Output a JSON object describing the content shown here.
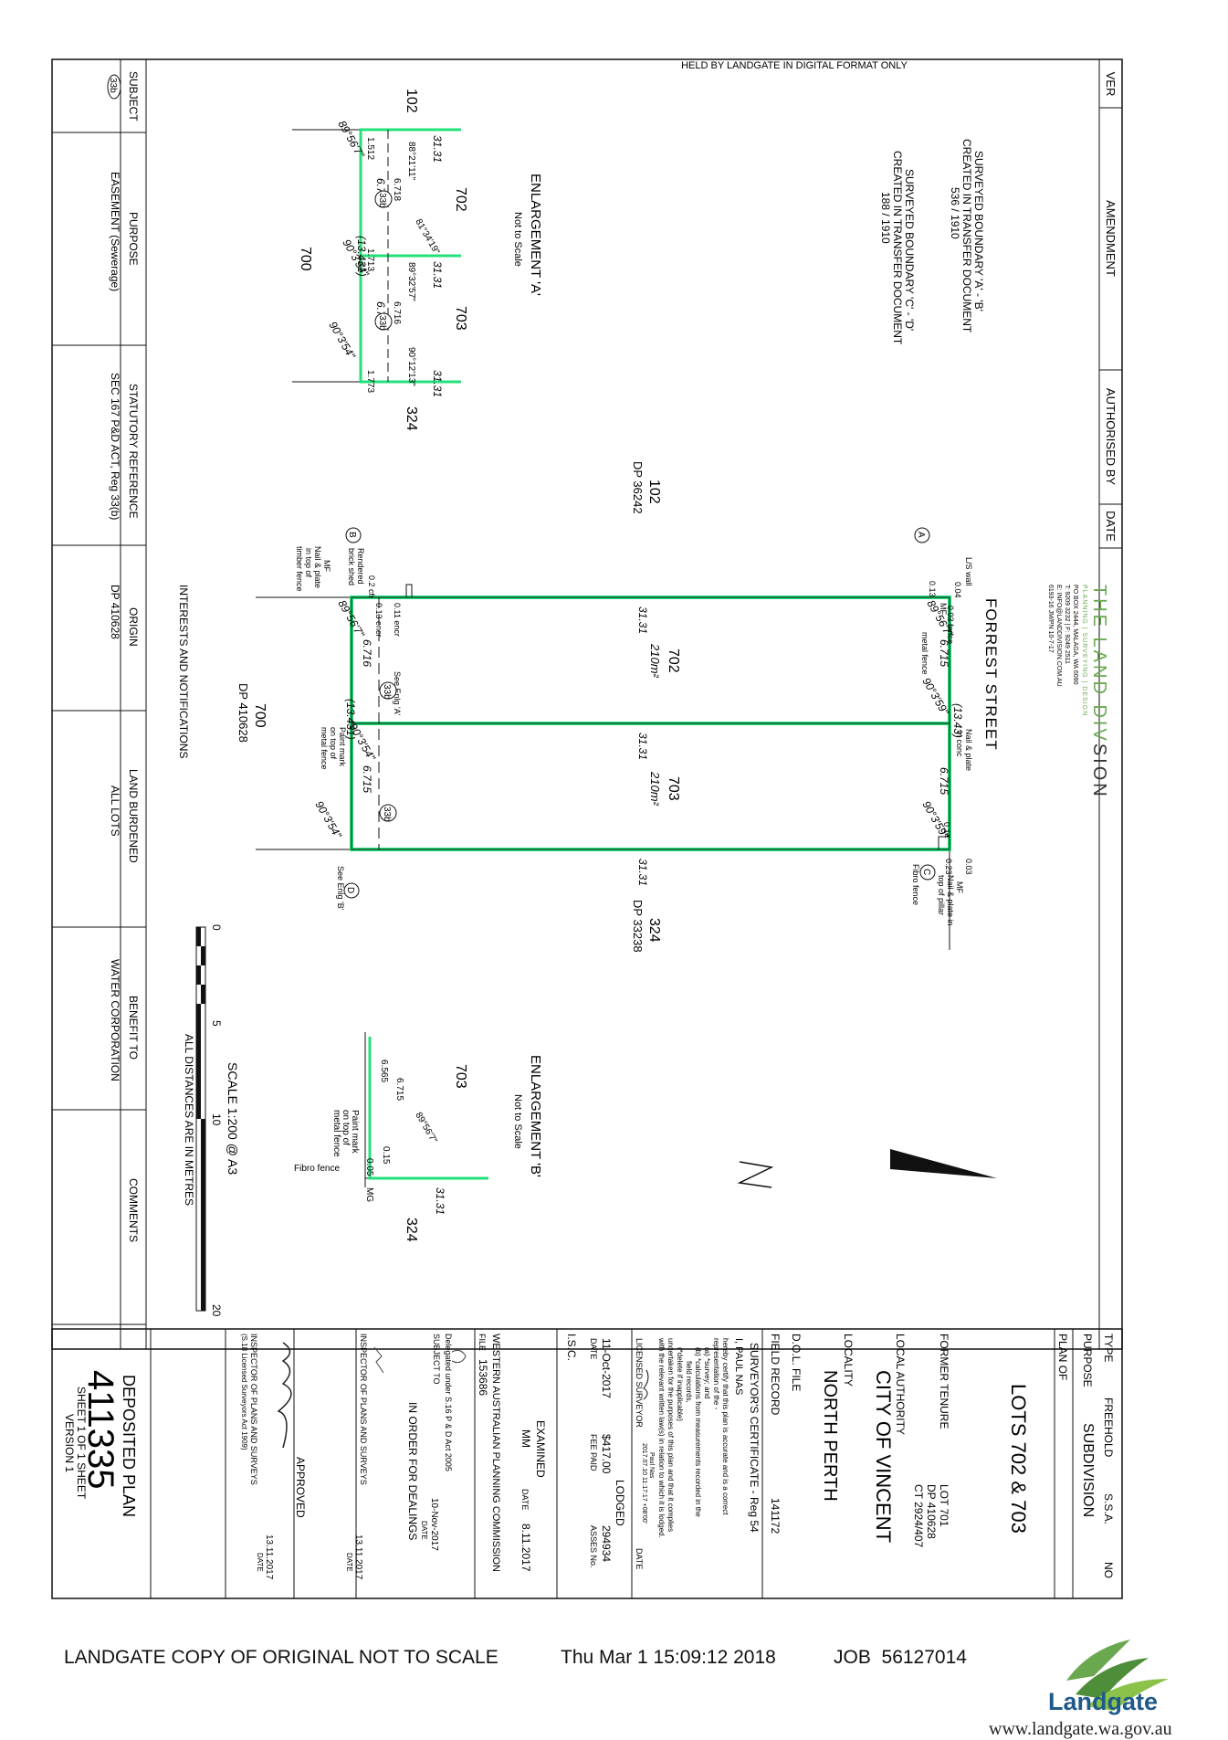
{
  "header": {
    "held_by": "HELD BY LANDGATE IN DIGITAL FORMAT ONLY"
  },
  "amendment_table": {
    "headers": [
      "VER",
      "AMENDMENT",
      "AUTHORISED BY",
      "DATE"
    ]
  },
  "surveyor_logo": {
    "name_part1": "THE LAND DIV",
    "name_part2": "SION",
    "tagline": "PLANNING | SURVEYING | DESIGN",
    "lines": [
      "PO BOX 2444, MALAGA, WA 6090",
      "T: 9209 3232 | F: 9249 2511",
      "E: INFO@LANDDIVISION.COM.AU",
      "6193-16  JM/PN  10-7-17"
    ]
  },
  "notes": {
    "boundary_ab": [
      "SURVEYED BOUNDARY 'A' - 'B'",
      "CREATED IN TRANSFER DOCUMENT",
      "536 / 1910"
    ],
    "boundary_cd": [
      "SURVEYED BOUNDARY 'C' - 'D'",
      "CREATED IN TRANSFER DOCUMENT",
      "188 / 1910"
    ]
  },
  "enlargement_a": {
    "title": "ENLARGEMENT 'A'",
    "subtitle": "Not to Scale",
    "lot_left": "102",
    "lot_right": "324",
    "lot_bottom": "700",
    "lot_702": "702",
    "lot_703": "703",
    "labels": [
      "31.31",
      "31.31",
      "31.31",
      "1.512",
      "1.713",
      "1.773",
      "88°21'11\"",
      "89°32'57\"",
      "90°12'13\"",
      "6.718",
      "6.716",
      "6.716",
      "6.715",
      "(13.431)",
      "90°3'54\"",
      "90°3'54\"",
      "89°56'7\"",
      "81°34'19\"",
      "33b",
      "33b"
    ]
  },
  "enlargement_b": {
    "title": "ENLARGEMENT 'B'",
    "subtitle": "Not to Scale",
    "lot_703": "703",
    "lot_324": "324",
    "labels": [
      "31.31",
      "89°56'7\"",
      "6.715",
      "6.565",
      "0.15",
      "0.05",
      "MG",
      "Fibro fence",
      "Paint mark",
      "on top of",
      "metal fence"
    ]
  },
  "main_plan": {
    "street": "FORREST   STREET",
    "lot_102": "102",
    "dp_102": "DP 36242",
    "lot_324": "324",
    "dp_324": "DP 33238",
    "lot_700": "700",
    "dp_700": "DP 410628",
    "lot_702": "702",
    "area_702": "210m²",
    "lot_703": "703",
    "area_703": "210m²",
    "dist": "31.31",
    "labels": [
      "6.715",
      "6.715",
      "(13.43)",
      "6.716",
      "6.715",
      "(13.431)",
      "89°56'7\"",
      "90°3'59\"",
      "90°3'59\"",
      "89°56'7\"",
      "90°3'54\"",
      "90°3'54\"",
      "0.04",
      "0.03 fence",
      "0.13",
      "MF",
      "L/S wall",
      "metal fence",
      "Nail & plate",
      "in conc",
      "0.14",
      "0.03",
      "0.23",
      "Fibro fence",
      "MF",
      "Nail & plate in",
      "top of pillar",
      "0.11 encr",
      "0.13 encr",
      "0.2 cfr",
      "Rendered",
      "brick shed",
      "MF",
      "Nail & plate",
      "in top of",
      "timber fence",
      "See Enlg 'A'",
      "See Enlg 'B'",
      "Paint mark",
      "on top of",
      "metal fence",
      "33b",
      "33b",
      "A",
      "B",
      "C",
      "D"
    ]
  },
  "interests": {
    "title": "INTERESTS AND NOTIFICATIONS",
    "headers": [
      "SUBJECT",
      "PURPOSE",
      "STATUTORY REFERENCE",
      "ORIGIN",
      "LAND BURDENED",
      "BENEFIT TO",
      "COMMENTS"
    ],
    "row": [
      "33b",
      "EASEMENT (Sewerage)",
      "SEC 167 P&D ACT, Reg 33(b)",
      "DP 410628",
      "ALL LOTS",
      "WATER CORPORATION",
      ""
    ]
  },
  "scale": {
    "note": "ALL DISTANCES ARE IN METRES",
    "label": "SCALE 1:200 @ A3",
    "ticks": [
      "0",
      "5",
      "10",
      "20"
    ]
  },
  "title_block": {
    "type_label": "TYPE",
    "type_value": "FREEHOLD",
    "ssa_label": "S.S.A.",
    "ssa_value": "NO",
    "purpose_label": "PURPOSE",
    "purpose_value": "SUBDIVISION",
    "plan_of_label": "PLAN OF",
    "plan_of_value": "LOTS 702 & 703",
    "former_tenure_label": "FORMER TENURE",
    "former_tenure_value": [
      "LOT 701",
      "DP 410628",
      "CT 2924/407"
    ],
    "local_authority_label": "LOCAL AUTHORITY",
    "local_authority_value": "CITY OF VINCENT",
    "locality_label": "LOCALITY",
    "locality_value": "NORTH PERTH",
    "dol_label": "D.O.L. FILE",
    "field_record_label": "FIELD RECORD",
    "field_record_value": "141172",
    "surveyor_cert_title": "SURVEYOR'S CERTIFICATE - Reg 54",
    "surveyor_cert_lines": [
      "I, PAUL NAS",
      "hereby certify that this plan is accurate and is a correct",
      "representation of the -",
      "(a) *survey; and",
      "(b) *calculations from measurements recorded in the",
      "field records,",
      "(*delete if inapplicable)",
      "undertaken for the purposes of this plan and that it complies",
      "with the relevant written law(s) in relation to which it is lodged."
    ],
    "surveyor_sig_caption": "Paul Nas",
    "surveyor_sig_stamp": "2017.07.10 11:17:17 +08'00'",
    "licensed_surveyor": "LICENSED SURVEYOR",
    "date_label": "DATE",
    "lodged_label": "LODGED",
    "lodged_date": "11-Oct-2017",
    "fee_paid": "$417.00",
    "fee_paid_label": "FEE PAID",
    "lodged_number": "294934",
    "asses_label": "ASSES No.",
    "isc_label": "I.S.C.",
    "examined_label": "EXAMINED",
    "examined_by": "MM",
    "examined_date_label": "DATE",
    "examined_date": "8.11.2017",
    "wapc": "WESTERN AUSTRALIAN PLANNING COMMISSION",
    "file_label": "FILE",
    "file_value": "153686",
    "delegated": "Delegated under S.16 P & D Act 2005",
    "delegated_date": "10-Nov-2017",
    "subject_to": "SUBJECT TO",
    "in_order": "IN ORDER FOR DEALINGS",
    "inspector1": "INSPECTOR OF PLANS AND SURVEYS",
    "inspector1_date": "13.11.2017",
    "approved": "APPROVED",
    "inspector2": "INSPECTOR OF PLANS AND SURVEYS",
    "inspector2_act": "(S.18 Licensed Surveyors Act 1909)",
    "inspector2_date": "13.11.2017",
    "deposited_plan": "DEPOSITED PLAN",
    "plan_number": "411335",
    "sheet": "SHEET 1 OF 1 SHEET",
    "version": "VERSION 1"
  },
  "footer": {
    "copy_note": "LANDGATE COPY OF ORIGINAL NOT TO SCALE",
    "timestamp": "Thu Mar 1 15:09:12 2018",
    "job": "JOB  56127014",
    "brand": "Landgate",
    "url": "www.landgate.wa.gov.au"
  },
  "colors": {
    "highlight": "#22e07a",
    "ink": "#111111",
    "logo_green": "#6aa84f",
    "logo_blue": "#1f5a8a"
  }
}
